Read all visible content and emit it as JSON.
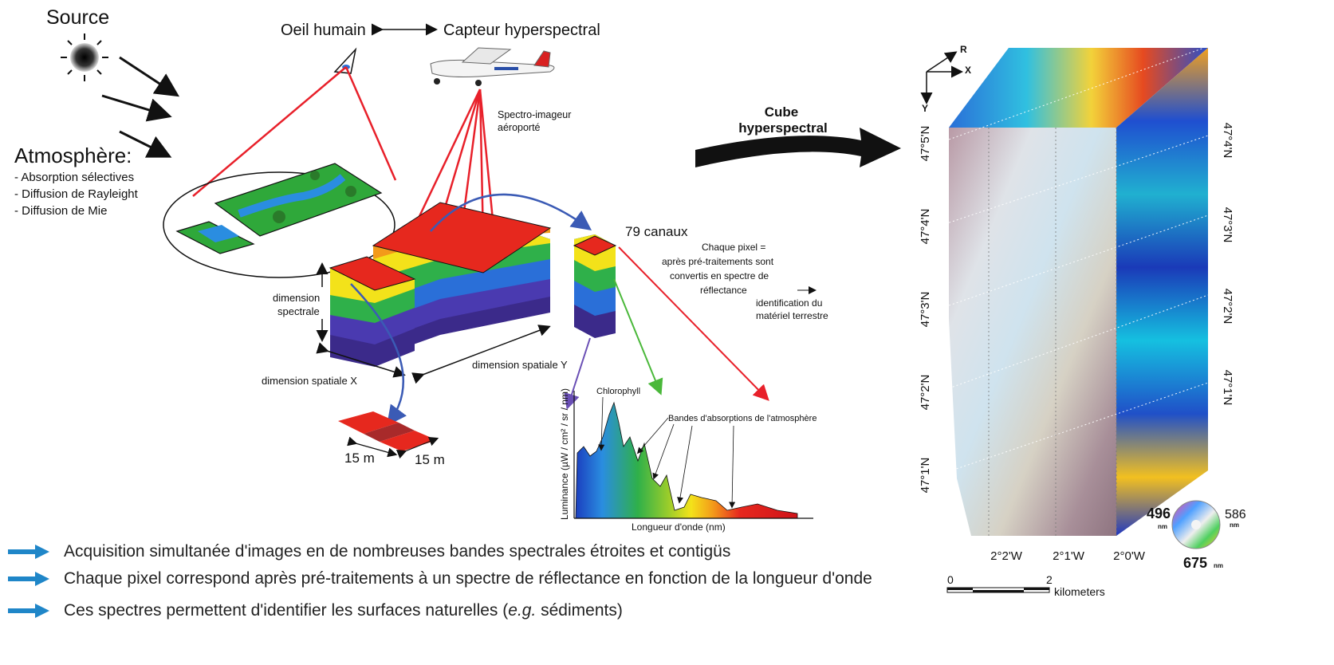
{
  "source_label": "Source",
  "eye_label": "Oeil humain",
  "sensor_label": "Capteur hyperspectral",
  "airborne_label_line1": "Spectro-imageur",
  "airborne_label_line2": "aéroporté",
  "atmosphere": {
    "title": "Atmosphère:",
    "items": [
      "- Absorption sélectives",
      "- Diffusion de Rayleight",
      "- Diffusion de Mie"
    ]
  },
  "dimension_spectral_line1": "dimension",
  "dimension_spectral_line2": "spectrale",
  "dimension_x": "dimension spatiale X",
  "dimension_y": "dimension spatiale Y",
  "channels_label": "79 canaux",
  "pixel_size_1": "15 m",
  "pixel_size_2": "15 m",
  "pixel_note": {
    "line1": "Chaque pixel =",
    "line2": "après pré-traitements sont",
    "line3": "convertis en spectre de",
    "line4": "réflectance",
    "line5": "identification du",
    "line6": "matériel terrestre"
  },
  "spectrum": {
    "chlorophyll": "Chlorophyll",
    "absorption": "Bandes d'absorptions de l'atmosphère",
    "ylabel": "Luminance  (µW / cm² / sr / nm)",
    "xlabel": "Longueur d'onde (nm)"
  },
  "cube_label_line1": "Cube",
  "cube_label_line2": "hyperspectral",
  "axes": {
    "r": "R",
    "x": "X",
    "y": "Y"
  },
  "lat_left": [
    "47°5'N",
    "47°4'N",
    "47°3'N",
    "47°2'N",
    "47°1'N"
  ],
  "lat_right": [
    "47°4'N",
    "47°3'N",
    "47°2'N",
    "47°1'N"
  ],
  "lon": [
    "2°2'W",
    "2°1'W",
    "2°0'W"
  ],
  "scale": {
    "zero": "0",
    "two": "2",
    "unit": "kilometers"
  },
  "colorwheel": {
    "left": "496",
    "right": "586",
    "bottom": "675",
    "unit": "nm"
  },
  "bullets": [
    "Acquisition simultanée d'images en de nombreuses bandes spectrales étroites et contigüs",
    "Chaque pixel correspond après pré-traitements à un spectre de réflectance en fonction de la longueur d'onde"
  ],
  "bullet3_pre": "Ces spectres permettent d'identifier  les surfaces naturelles (",
  "bullet3_italic": "e.g.",
  "bullet3_post": " sédiments)",
  "colors": {
    "bullet_arrow": "#1f86c8",
    "red_lines": "#e8202a",
    "blue_curve": "#3b5bb5"
  }
}
